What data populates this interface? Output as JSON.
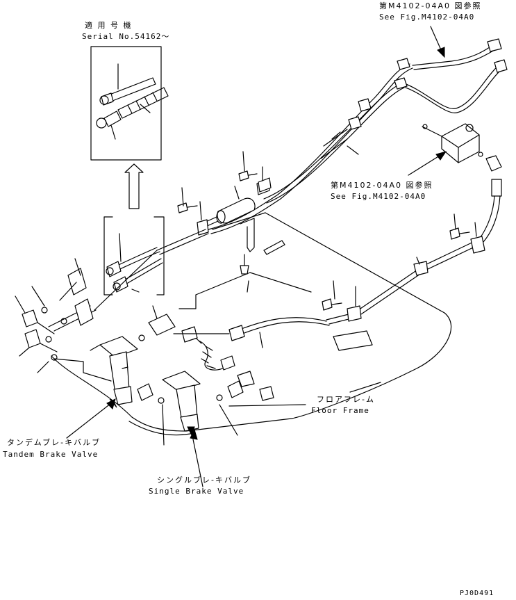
{
  "labels": {
    "serial_jp": "適 用 号 機",
    "serial_en": "Serial No.54162～",
    "ref1_jp": "第M4102-04A0 図参照",
    "ref1_en": "See Fig.M4102-04A0",
    "ref2_jp": "第M4102-04A0 図参照",
    "ref2_en": "See Fig.M4102-04A0",
    "floor_jp": "フロアフレ-ム",
    "floor_en": "Floor Frame",
    "tandem_jp": "タンデムブレ-キバルブ",
    "tandem_en": "Tandem Brake Valve",
    "single_jp": "シングルブレ-キバルブ",
    "single_en": "Single Brake Valve",
    "drawing_no": "PJ0D491"
  }
}
